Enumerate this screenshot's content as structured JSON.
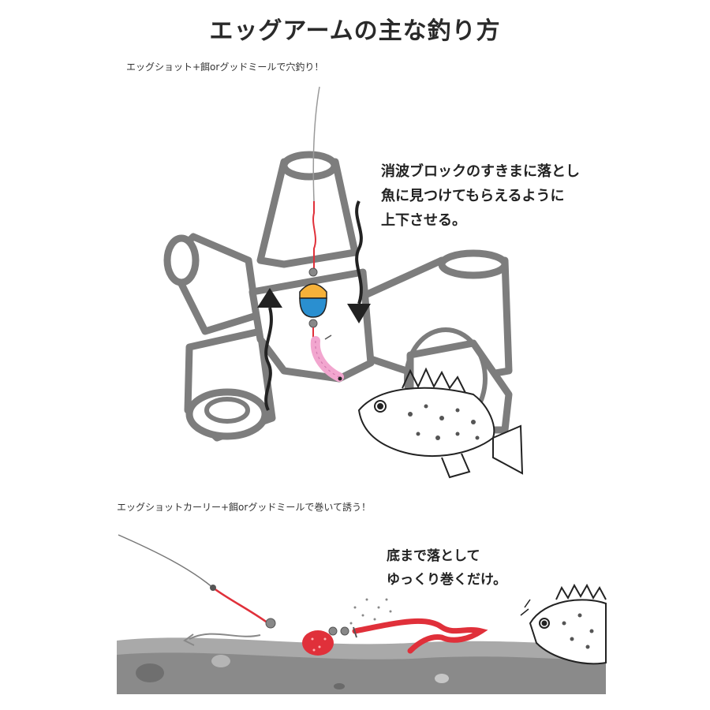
{
  "title": "エッグアームの主な釣り方",
  "section1": {
    "caption": "エッグショット+餌orグッドミールで穴釣り！",
    "note_lines": [
      "消波ブロックのすきまに落とし",
      "魚に見つけてもらえるように",
      "上下させる。"
    ]
  },
  "section2": {
    "caption": "エッグショットカーリー+餌orグッドミールで巻いて誘う！",
    "note_lines": [
      "底まで落として",
      "ゆっくり巻くだけ。"
    ]
  },
  "colors": {
    "block_outline": "#7d7d7d",
    "line_red": "#e0303a",
    "sinker_orange": "#f5b13a",
    "sinker_blue": "#2a8fd0",
    "shrimp_pink": "#f2a6cf",
    "seabed_gray": "#8a8a8a"
  },
  "icons": [
    "tetrapod-block",
    "up-arrow-icon",
    "down-arrow-icon",
    "rockfish-icon",
    "shrimp-bait-icon",
    "egg-sinker-icon",
    "curly-tail-worm-icon",
    "retrieve-arrow-icon"
  ]
}
